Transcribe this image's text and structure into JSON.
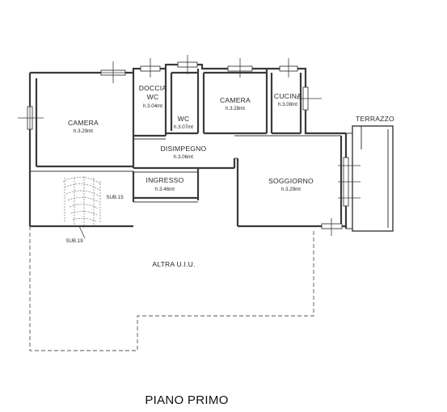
{
  "plan_title": "PIANO PRIMO",
  "rooms": {
    "camera1": {
      "name": "CAMERA",
      "height": "h.3.29mt"
    },
    "doccia": {
      "name_line1": "DOCCIA",
      "name_line2": "WC",
      "height": "h.3.04mt"
    },
    "wc": {
      "name": "WC",
      "height": "h.3.07mt"
    },
    "camera2": {
      "name": "CAMERA",
      "height": "h.3.28mt"
    },
    "cucina": {
      "name": "CUCINA",
      "height": "h.3.08mt"
    },
    "disimpegno": {
      "name": "DISIMPEGNO",
      "height": "h.3.06mt"
    },
    "ingresso": {
      "name": "INGRESSO",
      "height": "h.3.46mt"
    },
    "soggiorno": {
      "name": "SOGGIORNO",
      "height": "h.3.29mt"
    },
    "terrazzo": {
      "name": "TERRAZZO"
    }
  },
  "labels": {
    "sub15": "SUB.15",
    "sub19": "SUB.19",
    "altra": "ALTRA U.I.U."
  }
}
